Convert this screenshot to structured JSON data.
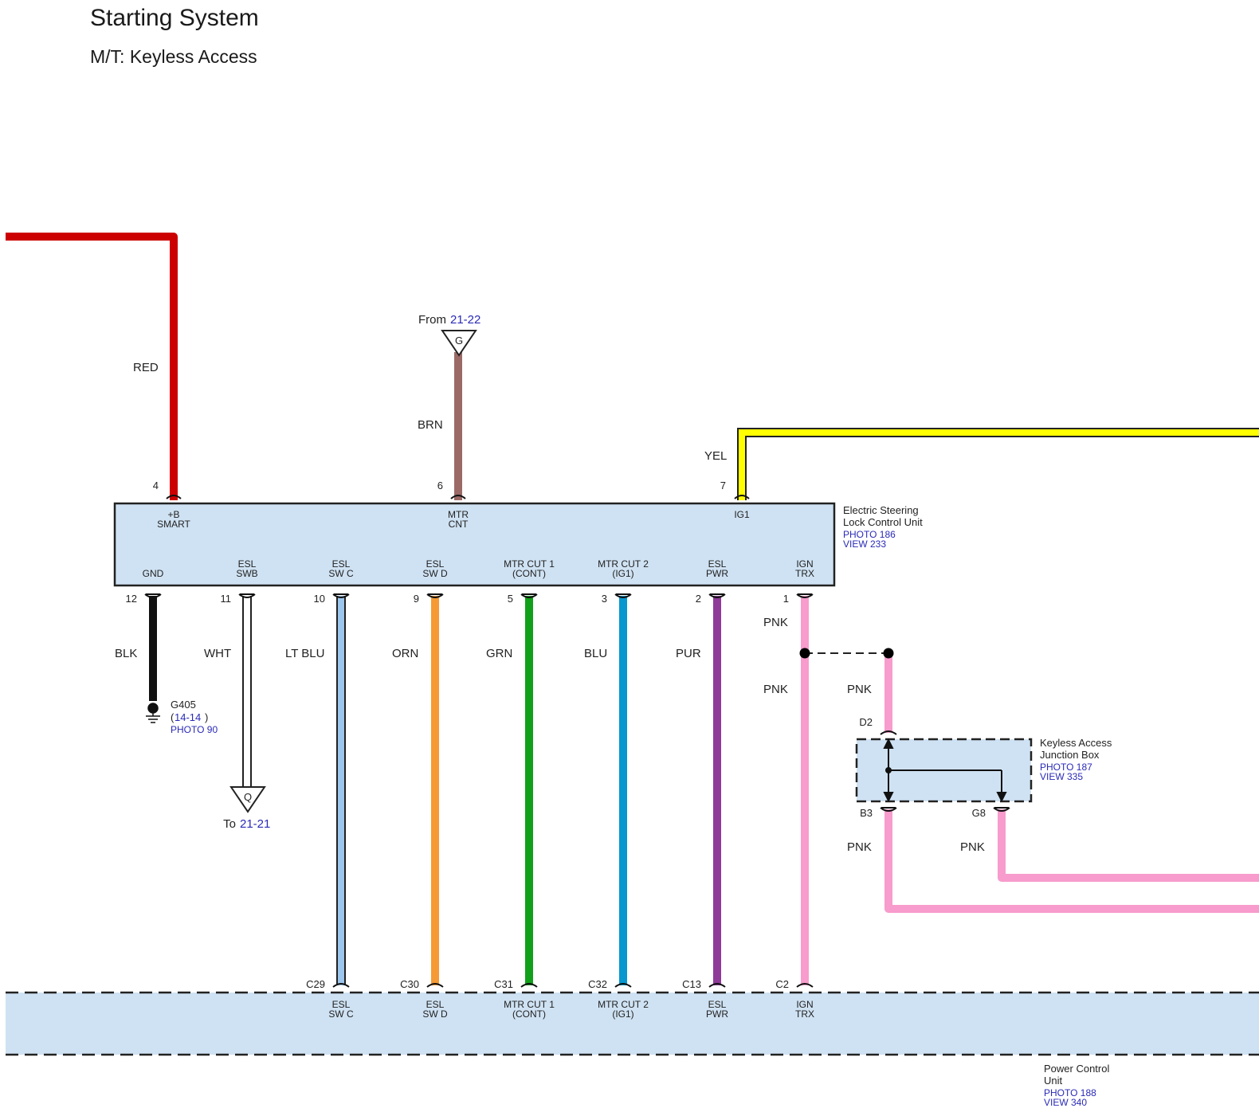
{
  "title": "Starting System",
  "subtitle": "M/T: Keyless Access",
  "colors": {
    "component_fill": "#cfe2f3",
    "link": "#2a2ab8",
    "RED": "#cc0000",
    "BRN": "#9b6a66",
    "YEL": "#ffff00",
    "BLK": "#111111",
    "WHT": "#ffffff",
    "LT BLU": "#9cc6ec",
    "ORN": "#f59a35",
    "GRN": "#11a01a",
    "BLU": "#0897cf",
    "PUR": "#8e3a98",
    "PNK": "#f79ccc"
  },
  "esl_unit": {
    "name_line1": "Electric Steering",
    "name_line2": "Lock Control Unit",
    "photo": "PHOTO 186",
    "view": "VIEW 233",
    "top_pins": [
      {
        "num": "4",
        "label1": "+B",
        "label2": "SMART",
        "wire": "RED"
      },
      {
        "num": "6",
        "label1": "MTR",
        "label2": "CNT",
        "wire": "BRN"
      },
      {
        "num": "7",
        "label1": "IG1",
        "label2": "",
        "wire": "YEL"
      }
    ],
    "bottom_pins": [
      {
        "num": "12",
        "label1": "",
        "label2": "GND",
        "wire": "BLK"
      },
      {
        "num": "11",
        "label1": "ESL",
        "label2": "SWB",
        "wire": "WHT"
      },
      {
        "num": "10",
        "label1": "ESL",
        "label2": "SW C",
        "wire": "LT BLU"
      },
      {
        "num": "9",
        "label1": "ESL",
        "label2": "SW D",
        "wire": "ORN"
      },
      {
        "num": "5",
        "label1": "MTR CUT 1",
        "label2": "(CONT)",
        "wire": "GRN"
      },
      {
        "num": "3",
        "label1": "MTR CUT 2",
        "label2": "(IG1)",
        "wire": "BLU"
      },
      {
        "num": "2",
        "label1": "ESL",
        "label2": "PWR",
        "wire": "PUR"
      },
      {
        "num": "1",
        "label1": "IGN",
        "label2": "TRX",
        "wire": "PNK"
      }
    ]
  },
  "from_ref": {
    "prefix": "From",
    "page": "21-22",
    "letter": "G"
  },
  "to_ref": {
    "prefix": "To",
    "page": "21-21",
    "letter": "Q"
  },
  "ground": {
    "id": "G405",
    "ref_open": "(",
    "ref": "14-14",
    "ref_close": ")",
    "photo": "PHOTO 90"
  },
  "pcu": {
    "name_line1": "Power Control",
    "name_line2": "Unit",
    "photo": "PHOTO 188",
    "view": "VIEW 340",
    "pins": [
      {
        "num": "C29",
        "label1": "ESL",
        "label2": "SW C"
      },
      {
        "num": "C30",
        "label1": "ESL",
        "label2": "SW D"
      },
      {
        "num": "C31",
        "label1": "MTR CUT 1",
        "label2": "(CONT)"
      },
      {
        "num": "C32",
        "label1": "MTR CUT 2",
        "label2": "(IG1)"
      },
      {
        "num": "C13",
        "label1": "ESL",
        "label2": "PWR"
      },
      {
        "num": "C2",
        "label1": "IGN",
        "label2": "TRX"
      }
    ]
  },
  "kajb": {
    "name_line1": "Keyless Access",
    "name_line2": "Junction Box",
    "photo": "PHOTO 187",
    "view": "VIEW 335",
    "pins": {
      "d2": "D2",
      "b3": "B3",
      "g8": "G8"
    }
  },
  "wire_labels": {
    "red": "RED",
    "brn": "BRN",
    "yel": "YEL",
    "blk": "BLK",
    "wht": "WHT",
    "ltblu": "LT BLU",
    "orn": "ORN",
    "grn": "GRN",
    "blu": "BLU",
    "pur": "PUR",
    "pnk1": "PNK",
    "pnk2": "PNK",
    "pnk3": "PNK",
    "pnk4": "PNK",
    "pnk5": "PNK"
  }
}
